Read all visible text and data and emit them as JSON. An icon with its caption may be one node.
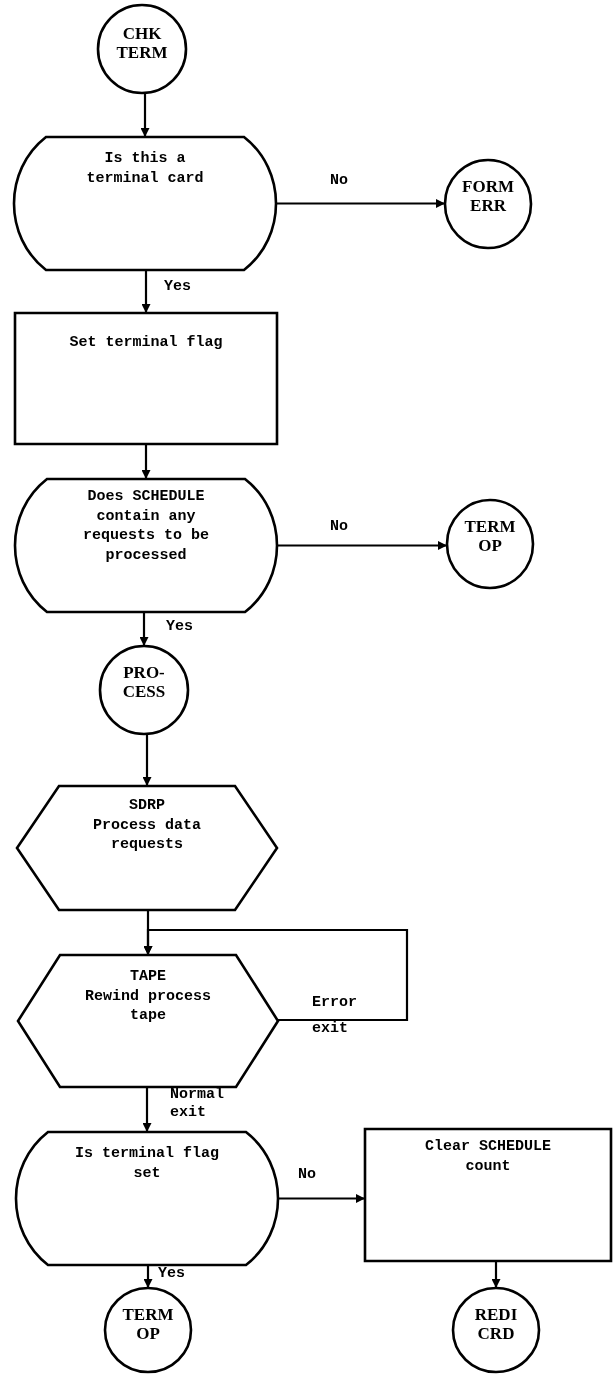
{
  "diagram": {
    "nodes": [
      {
        "text": [
          "CHK TERM"
        ]
      },
      {
        "text": [
          "Is this a terminal card"
        ]
      },
      {
        "text": [
          "FORM ERR"
        ]
      },
      {
        "text": [
          "Set terminal flag"
        ]
      },
      {
        "text": [
          "Does SCHEDULE contain any requests to be processed"
        ]
      },
      {
        "text": [
          "TERM OP"
        ]
      },
      {
        "text": [
          "PRO- CESS"
        ]
      },
      {
        "text": [
          "SDRP",
          "Process data requests"
        ]
      },
      {
        "text": [
          "TAPE",
          "Rewind process tape"
        ]
      },
      {
        "text": [
          "Is terminal flag set"
        ]
      },
      {
        "text": [
          "Clear SCHEDULE count"
        ]
      },
      {
        "text": [
          "TERM OP"
        ]
      },
      {
        "text": [
          "REDI CRD"
        ]
      }
    ],
    "edges": [
      {
        "from": 0,
        "to": 1,
        "arrow": "to"
      },
      {
        "from": 1,
        "to": 2,
        "arrow": "to",
        "label": "No"
      },
      {
        "from": 1,
        "to": 3,
        "arrow": "to",
        "label": "Yes"
      },
      {
        "from": 3,
        "to": 4,
        "arrow": "to"
      },
      {
        "from": 4,
        "to": 5,
        "arrow": "to",
        "label": "No"
      },
      {
        "from": 4,
        "to": 6,
        "arrow": "to",
        "label": "Yes"
      },
      {
        "from": 6,
        "to": 7,
        "arrow": "to"
      },
      {
        "from": 7,
        "to": 8,
        "arrow": "to"
      },
      {
        "from": 8,
        "to": 8,
        "arrow": "to",
        "label": "Error exit"
      },
      {
        "from": 8,
        "to": 9,
        "arrow": "to",
        "label": "Normal exit"
      },
      {
        "from": 9,
        "to": 10,
        "arrow": "to",
        "label": "No"
      },
      {
        "from": 9,
        "to": 11,
        "arrow": "to",
        "label": "Yes"
      },
      {
        "from": 10,
        "to": 12,
        "arrow": "to"
      }
    ]
  }
}
